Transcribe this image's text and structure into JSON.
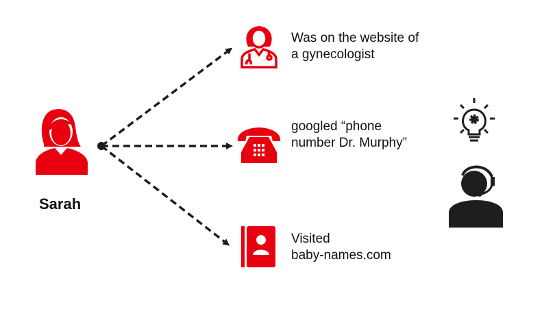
{
  "person": {
    "name": "Sarah"
  },
  "events": [
    {
      "icon": "doctor-icon",
      "line1": "Was on the website of",
      "line2": "a gynecologist"
    },
    {
      "icon": "telephone-icon",
      "line1": "googled “phone",
      "line2": "number Dr. Murphy”"
    },
    {
      "icon": "contact-book-icon",
      "line1": "Visited",
      "line2": "baby-names.com"
    }
  ],
  "colors": {
    "accent": "#e8000f",
    "dark": "#1e1e1e"
  }
}
